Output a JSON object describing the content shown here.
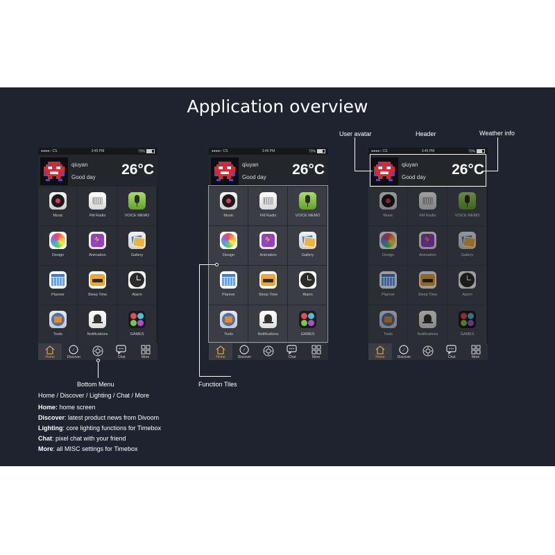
{
  "title": "Application overview",
  "phone": {
    "status": {
      "carrier": "●●●●○ CS",
      "time": "3:45 PM",
      "battery": "70%"
    },
    "header": {
      "username": "qiuyan",
      "greeting": "Good day",
      "temperature": "26°C"
    },
    "tiles": [
      {
        "label": "Music",
        "icon": "record-icon"
      },
      {
        "label": "FM Radio",
        "icon": "radio-icon"
      },
      {
        "label": "VOICE MEMO",
        "icon": "microphone-icon"
      },
      {
        "label": "Design",
        "icon": "color-wheel-icon"
      },
      {
        "label": "Animation",
        "icon": "running-man-icon"
      },
      {
        "label": "Gallery",
        "icon": "photos-icon"
      },
      {
        "label": "Planner",
        "icon": "calendar-icon"
      },
      {
        "label": "Sleep Time",
        "icon": "bed-icon"
      },
      {
        "label": "Alarm",
        "icon": "clock-icon"
      },
      {
        "label": "Tools",
        "icon": "toolbox-icon"
      },
      {
        "label": "Notifications",
        "icon": "bell-icon"
      },
      {
        "label": "GAMES",
        "icon": "game-grid-icon"
      }
    ],
    "menu": [
      {
        "label": "Home",
        "icon": "home-icon"
      },
      {
        "label": "Discover",
        "icon": "compass-icon"
      },
      {
        "label": "",
        "icon": "sun-icon"
      },
      {
        "label": "Chat",
        "icon": "chat-bubble-icon"
      },
      {
        "label": "More",
        "icon": "four-squares-icon"
      }
    ]
  },
  "callouts": {
    "avatar": "User avatar",
    "header": "Header",
    "weather": "Weather info",
    "bottom_menu": "Bottom Menu",
    "function_tiles": "Function Tiles"
  },
  "menu_description": {
    "summary": "Home / Discover / Lighting / Chat / More",
    "items": [
      {
        "term": "Home:",
        "text": " home screen"
      },
      {
        "term": "Discover",
        "text": ": latest product news from Divoom"
      },
      {
        "term": "Lighting",
        "text": ": core lighting functions for Timebox"
      },
      {
        "term": "Chat",
        "text": ": pixel chat with your friend"
      },
      {
        "term": "More",
        "text": ": all MISC settings for Timebox"
      }
    ]
  },
  "colors": {
    "background": "#1f2330",
    "active_menu": "#e8a33a",
    "tile": "#2b2e34"
  }
}
